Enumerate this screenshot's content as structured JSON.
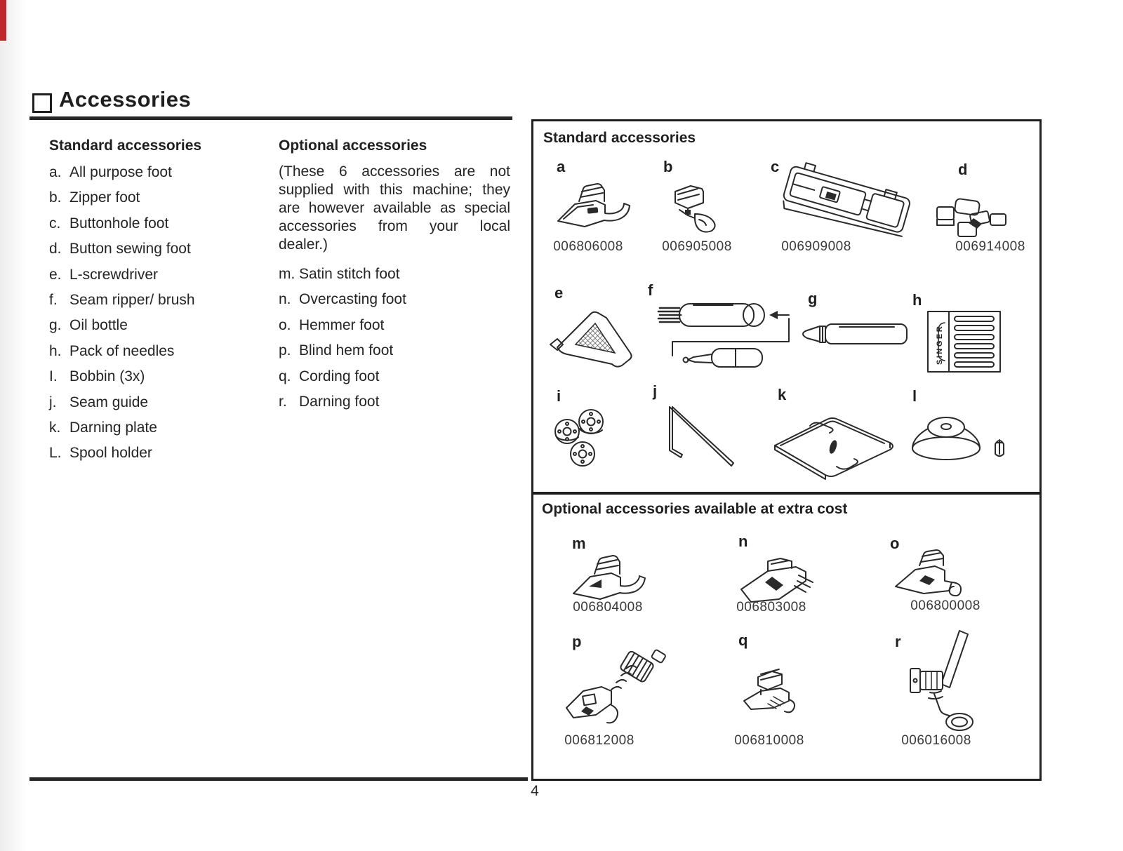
{
  "page": {
    "title": "Accessories",
    "page_number": "4"
  },
  "columns": {
    "standard": {
      "header": "Standard accessories",
      "items": [
        {
          "key": "a.",
          "label": "All purpose foot"
        },
        {
          "key": "b.",
          "label": "Zipper foot"
        },
        {
          "key": "c.",
          "label": "Buttonhole foot"
        },
        {
          "key": "d.",
          "label": "Button sewing foot"
        },
        {
          "key": "e.",
          "label": "L-screwdriver"
        },
        {
          "key": "f.",
          "label": "Seam ripper/ brush"
        },
        {
          "key": "g.",
          "label": "Oil bottle"
        },
        {
          "key": "h.",
          "label": "Pack of needles"
        },
        {
          "key": "I.",
          "label": "Bobbin (3x)"
        },
        {
          "key": "j.",
          "label": "Seam guide"
        },
        {
          "key": "k.",
          "label": "Darning plate"
        },
        {
          "key": "L.",
          "label": "Spool holder"
        }
      ]
    },
    "optional": {
      "header": "Optional accessories",
      "note": "(These 6 accessories are not supplied with this machine; they are however available as special accessories from your local dealer.)",
      "items": [
        {
          "key": "m.",
          "label": "Satin stitch foot"
        },
        {
          "key": "n.",
          "label": "Overcasting foot"
        },
        {
          "key": "o.",
          "label": "Hemmer foot"
        },
        {
          "key": "p.",
          "label": "Blind hem foot"
        },
        {
          "key": "q.",
          "label": "Cording foot"
        },
        {
          "key": "r.",
          "label": "Darning foot"
        }
      ]
    }
  },
  "panel": {
    "standard": {
      "title": "Standard accessories",
      "needle_pack_brand": "SINGER",
      "figures": [
        {
          "letter": "a",
          "part": "006806008"
        },
        {
          "letter": "b",
          "part": "006905008"
        },
        {
          "letter": "c",
          "part": "006909008"
        },
        {
          "letter": "d",
          "part": "006914008"
        },
        {
          "letter": "e"
        },
        {
          "letter": "f"
        },
        {
          "letter": "g"
        },
        {
          "letter": "h"
        },
        {
          "letter": "i"
        },
        {
          "letter": "j"
        },
        {
          "letter": "k"
        },
        {
          "letter": "l"
        }
      ]
    },
    "optional": {
      "title": "Optional accessories available at extra cost",
      "figures": [
        {
          "letter": "m",
          "part": "006804008"
        },
        {
          "letter": "n",
          "part": "006803008"
        },
        {
          "letter": "o",
          "part": "006800008"
        },
        {
          "letter": "p",
          "part": "006812008"
        },
        {
          "letter": "q",
          "part": "006810008"
        },
        {
          "letter": "r",
          "part": "006016008"
        }
      ]
    }
  },
  "colors": {
    "ink": "#222222",
    "part_number": "#3a3a3a",
    "red_mark": "#c0272d"
  }
}
